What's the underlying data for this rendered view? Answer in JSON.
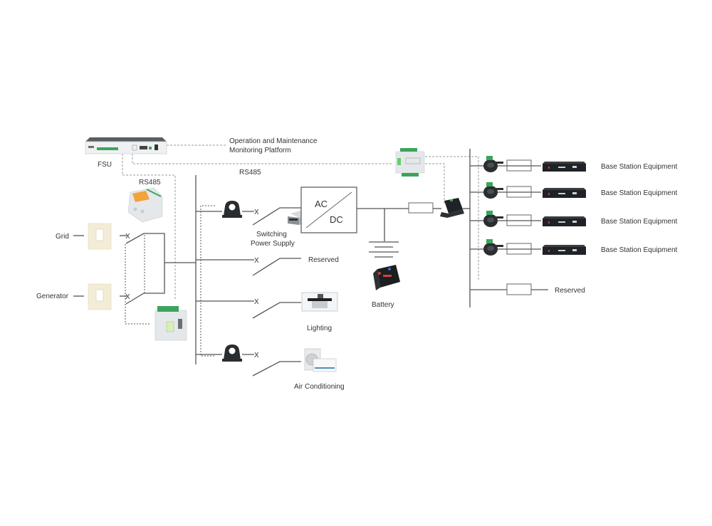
{
  "diagram": {
    "title": "Base station power monitoring system",
    "labels": {
      "fsu": "FSU",
      "platform_line1": "Operation and Maintenance",
      "platform_line2": "Monitoring Platform",
      "rs485_top": "RS485",
      "rs485_left": "RS485",
      "grid": "Grid",
      "generator": "Generator",
      "switching_line1": "Switching",
      "switching_line2": "Power Supply",
      "ac": "AC",
      "dc": "DC",
      "reserved_ac": "Reserved",
      "lighting": "Lighting",
      "air_conditioning": "Air Conditioning",
      "battery": "Battery",
      "reserved_dc": "Reserved",
      "breaker_mark": "X"
    },
    "dc_loads": [
      {
        "label": "Base Station Equipment"
      },
      {
        "label": "Base Station Equipment"
      },
      {
        "label": "Base Station Equipment"
      },
      {
        "label": "Base Station Equipment"
      }
    ],
    "colors": {
      "wire": "#555555",
      "comm_dashed": "#9a9a9a",
      "terminal_green": "#3aa55a",
      "breaker_orange": "#f2a33a",
      "device_body": "#e9ecef",
      "equipment_dark": "#1f2226",
      "ct_cream": "#f3ecd6"
    }
  }
}
